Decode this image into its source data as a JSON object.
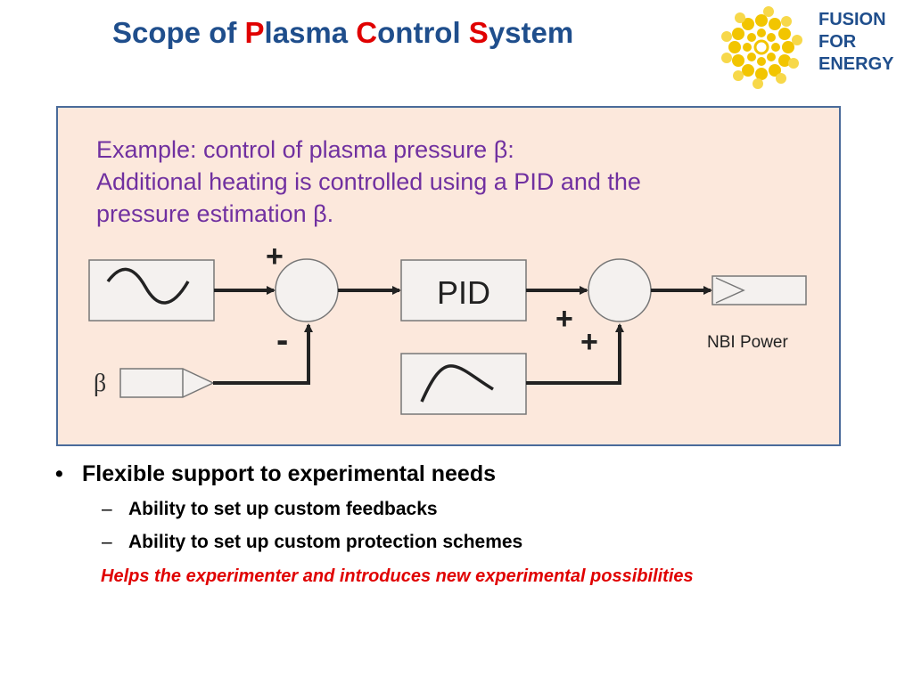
{
  "title": {
    "p1": "Scope of ",
    "p2": "P",
    "p3": "lasma ",
    "p4": "C",
    "p5": "ontrol ",
    "p6": "S",
    "p7": "ystem"
  },
  "logo": {
    "line1": "FUSION",
    "line2": "FOR",
    "line3": "ENERGY",
    "icon": "sun-burst-logo"
  },
  "example": {
    "line1": "Example: control of plasma pressure β:",
    "line2": "Additional heating is controlled using a PID and the",
    "line3": "pressure estimation β."
  },
  "diagram": {
    "pid_label": "PID",
    "sum1_plus": "+",
    "sum1_minus": "-",
    "sum2_plus_a": "+",
    "sum2_plus_b": "+",
    "beta_label": "β",
    "output_label": "NBI Power"
  },
  "bullets": {
    "main": "Flexible support to experimental needs",
    "sub1": "Ability to set up custom feedbacks",
    "sub2": "Ability to set up custom protection schemes",
    "note": "Helps the experimenter and introduces new experimental possibilities",
    "bullet_char": "•",
    "dash_char": "–"
  },
  "colors": {
    "title": "#1f4e8c",
    "accent": "#e00000",
    "example_text": "#7030a0",
    "box_bg": "#fce8dc"
  }
}
